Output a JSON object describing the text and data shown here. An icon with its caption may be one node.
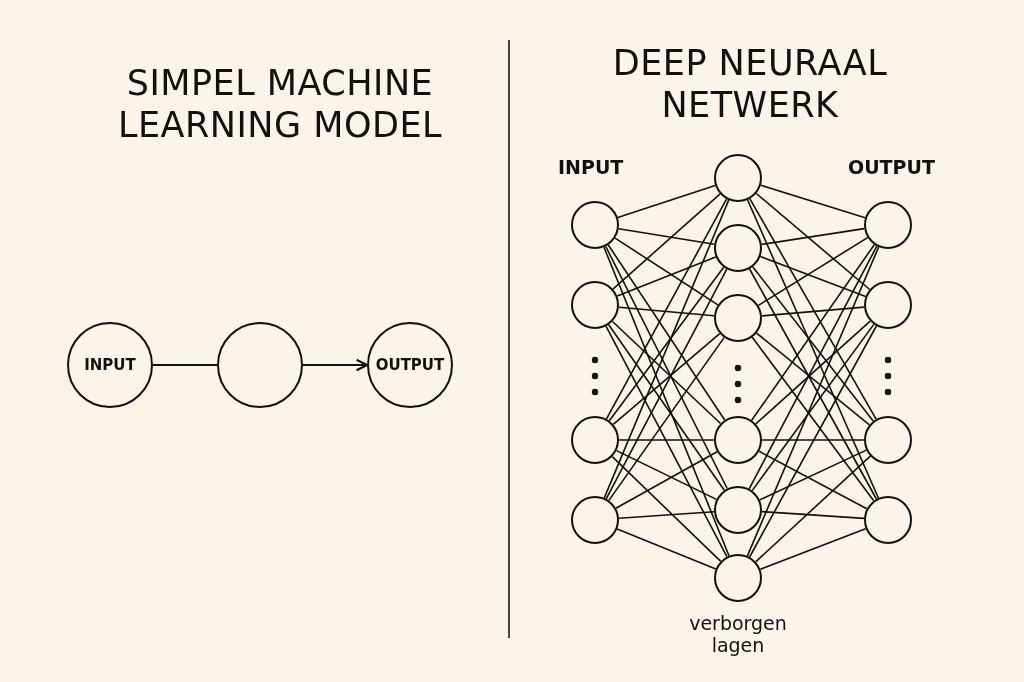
{
  "diagram": {
    "nodes": [
      {
        "text": [
          "INPUT"
        ]
      },
      {
        "text": [],
        "shape": "circle"
      },
      {
        "text": [
          "OUTPUT"
        ]
      },
      {
        "text": [],
        "shape": "circle"
      },
      {
        "text": [],
        "shape": "circle"
      },
      {
        "text": [],
        "shape": "circle"
      },
      {
        "text": [],
        "shape": "circle"
      },
      {
        "text": [],
        "shape": "circle"
      },
      {
        "text": [],
        "shape": "circle"
      },
      {
        "text": [],
        "shape": "circle"
      },
      {
        "text": [],
        "shape": "circle"
      },
      {
        "text": [],
        "shape": "circle"
      },
      {
        "text": [],
        "shape": "circle"
      },
      {
        "text": [],
        "shape": "circle"
      },
      {
        "text": [],
        "shape": "circle"
      },
      {
        "text": [],
        "shape": "circle"
      },
      {
        "text": [],
        "shape": "circle"
      }
    ],
    "edges": [
      {
        "from": 0,
        "to": 1,
        "arrow": "none"
      },
      {
        "from": 1,
        "to": 2,
        "arrow": "to"
      },
      {
        "from": 3,
        "to": 7,
        "arrow": "none"
      },
      {
        "from": 3,
        "to": 8,
        "arrow": "none"
      },
      {
        "from": 3,
        "to": 9,
        "arrow": "none"
      },
      {
        "from": 3,
        "to": 10,
        "arrow": "none"
      },
      {
        "from": 3,
        "to": 11,
        "arrow": "none"
      },
      {
        "from": 3,
        "to": 12,
        "arrow": "none"
      },
      {
        "from": 4,
        "to": 7,
        "arrow": "none"
      },
      {
        "from": 4,
        "to": 8,
        "arrow": "none"
      },
      {
        "from": 4,
        "to": 9,
        "arrow": "none"
      },
      {
        "from": 4,
        "to": 10,
        "arrow": "none"
      },
      {
        "from": 4,
        "to": 11,
        "arrow": "none"
      },
      {
        "from": 4,
        "to": 12,
        "arrow": "none"
      },
      {
        "from": 5,
        "to": 7,
        "arrow": "none"
      },
      {
        "from": 5,
        "to": 8,
        "arrow": "none"
      },
      {
        "from": 5,
        "to": 9,
        "arrow": "none"
      },
      {
        "from": 5,
        "to": 10,
        "arrow": "none"
      },
      {
        "from": 5,
        "to": 11,
        "arrow": "none"
      },
      {
        "from": 5,
        "to": 12,
        "arrow": "none"
      },
      {
        "from": 6,
        "to": 7,
        "arrow": "none"
      },
      {
        "from": 6,
        "to": 8,
        "arrow": "none"
      },
      {
        "from": 6,
        "to": 9,
        "arrow": "none"
      },
      {
        "from": 6,
        "to": 10,
        "arrow": "none"
      },
      {
        "from": 6,
        "to": 11,
        "arrow": "none"
      },
      {
        "from": 6,
        "to": 12,
        "arrow": "none"
      },
      {
        "from": 7,
        "to": 13,
        "arrow": "none"
      },
      {
        "from": 7,
        "to": 14,
        "arrow": "none"
      },
      {
        "from": 7,
        "to": 15,
        "arrow": "none"
      },
      {
        "from": 7,
        "to": 16,
        "arrow": "none"
      },
      {
        "from": 8,
        "to": 13,
        "arrow": "none"
      },
      {
        "from": 8,
        "to": 14,
        "arrow": "none"
      },
      {
        "from": 8,
        "to": 15,
        "arrow": "none"
      },
      {
        "from": 8,
        "to": 16,
        "arrow": "none"
      },
      {
        "from": 9,
        "to": 13,
        "arrow": "none"
      },
      {
        "from": 9,
        "to": 14,
        "arrow": "none"
      },
      {
        "from": 9,
        "to": 15,
        "arrow": "none"
      },
      {
        "from": 9,
        "to": 16,
        "arrow": "none"
      },
      {
        "from": 10,
        "to": 13,
        "arrow": "none"
      },
      {
        "from": 10,
        "to": 14,
        "arrow": "none"
      },
      {
        "from": 10,
        "to": 15,
        "arrow": "none"
      },
      {
        "from": 10,
        "to": 16,
        "arrow": "none"
      },
      {
        "from": 11,
        "to": 13,
        "arrow": "none"
      },
      {
        "from": 11,
        "to": 14,
        "arrow": "none"
      },
      {
        "from": 11,
        "to": 15,
        "arrow": "none"
      },
      {
        "from": 11,
        "to": 16,
        "arrow": "none"
      },
      {
        "from": 12,
        "to": 13,
        "arrow": "none"
      },
      {
        "from": 12,
        "to": 14,
        "arrow": "none"
      },
      {
        "from": 12,
        "to": 15,
        "arrow": "none"
      },
      {
        "from": 12,
        "to": 16,
        "arrow": "none"
      }
    ],
    "labels": [
      "SIMPEL MACHINE LEARNING MODEL",
      "DEEP NEURAAL NETWERK",
      "INPUT",
      "OUTPUT",
      "verborgen lagen"
    ]
  }
}
